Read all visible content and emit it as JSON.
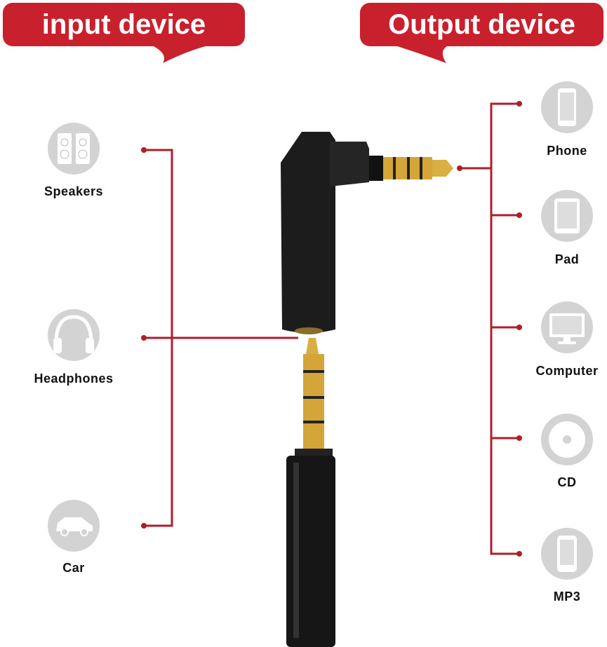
{
  "banners": {
    "input": "input device",
    "output": "Output device"
  },
  "colors": {
    "accent": "#c8202c",
    "icon_circle": "#d3d3d3",
    "plug_gold": "#d4a63a",
    "plug_body": "#1c1c1c"
  },
  "input_devices": [
    {
      "label": "Speakers",
      "icon": "speakers-icon"
    },
    {
      "label": "Headphones",
      "icon": "headphones-icon"
    },
    {
      "label": "Car",
      "icon": "car-icon"
    }
  ],
  "output_devices": [
    {
      "label": "Phone",
      "icon": "phone-icon"
    },
    {
      "label": "Pad",
      "icon": "tablet-icon"
    },
    {
      "label": "Computer",
      "icon": "monitor-icon"
    },
    {
      "label": "CD",
      "icon": "cd-icon"
    },
    {
      "label": "MP3",
      "icon": "mp3-player-icon"
    }
  ]
}
